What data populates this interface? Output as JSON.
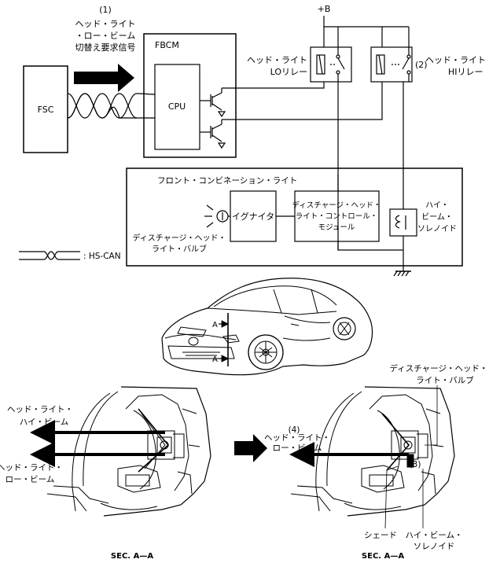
{
  "top": {
    "power": "+B",
    "request": {
      "num": "(1)",
      "l1": "ヘッド・ライト",
      "l2": "・ロー・ビーム",
      "l3": "切替え要求信号"
    },
    "fbcm": "FBCM",
    "fsc": "FSC",
    "cpu": "CPU",
    "lo_relay": {
      "l1": "ヘッド・ライト",
      "l2": "LOリレー"
    },
    "hi_relay": {
      "l1": "ヘッド・ライト",
      "l2": "HIリレー"
    },
    "hi_relay_num": "(2)",
    "front_combo": "フロント・コンビネーション・ライト",
    "igniter": "イグナイタ",
    "dhc": {
      "l1": "ディスチャージ・ヘッド・",
      "l2": "ライト・コントロール・",
      "l3": "モジュール"
    },
    "hb_sol": {
      "l1": "ハイ・",
      "l2": "ビーム・",
      "l3": "ソレノイド"
    },
    "bulb": {
      "l1": "ディスチャージ・ヘッド・",
      "l2": "ライト・バルブ"
    },
    "legend": ": HS-CAN"
  },
  "car": {
    "a_top": "A",
    "a_bottom": "A"
  },
  "bottom": {
    "left": {
      "hi_l1": "ヘッド・ライト・",
      "hi_l2": "ハイ・ビーム",
      "lo_l1": "ヘッド・ライト・",
      "lo_l2": "ロー・ビーム",
      "sec": "SEC. A—A"
    },
    "right": {
      "bulb_l1": "ディスチャージ・ヘッド・",
      "bulb_l2": "ライト・バルブ",
      "num4": "(4)",
      "lo_l1": "ヘッド・ライト・",
      "lo_l2": "ロー・ビーム",
      "num3": "(3)",
      "shade": "シェード",
      "sol_l1": "ハイ・ビーム・",
      "sol_l2": "ソレノイド",
      "sec": "SEC. A—A"
    }
  }
}
